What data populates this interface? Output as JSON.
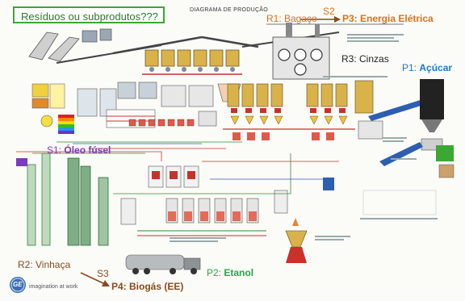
{
  "title_box": "Resíduos ou subprodutos???",
  "diagram_title": "DIAGRAMA DE PRODUÇÃO",
  "annotations": {
    "r1": "R1: Bagaço",
    "s2": "S2",
    "p3": "P3: Energia Elétrica",
    "r3": "R3: Cinzas",
    "p1_prefix": "P1:",
    "p1_name": "Açúcar",
    "s1_prefix": "S1:",
    "s1_name": "Óleo fúsel",
    "r2": "R2: Vinhaça",
    "s3": "S3",
    "p4": "P4: Biogás (EE)",
    "p2_prefix": "P2:",
    "p2_name": "Etanol"
  },
  "footer": {
    "logo": "GE",
    "tagline": "imagination at work"
  },
  "colors": {
    "title_border": "#3aa832",
    "orange": "#d7731f",
    "blue": "#1e78c8",
    "purple": "#7a3bbd",
    "green": "#27a545",
    "brown": "#8a4a1c",
    "pipe_red": "#c8322a",
    "pipe_green": "#2f8c3a",
    "pipe_blue": "#2d5fb0"
  }
}
